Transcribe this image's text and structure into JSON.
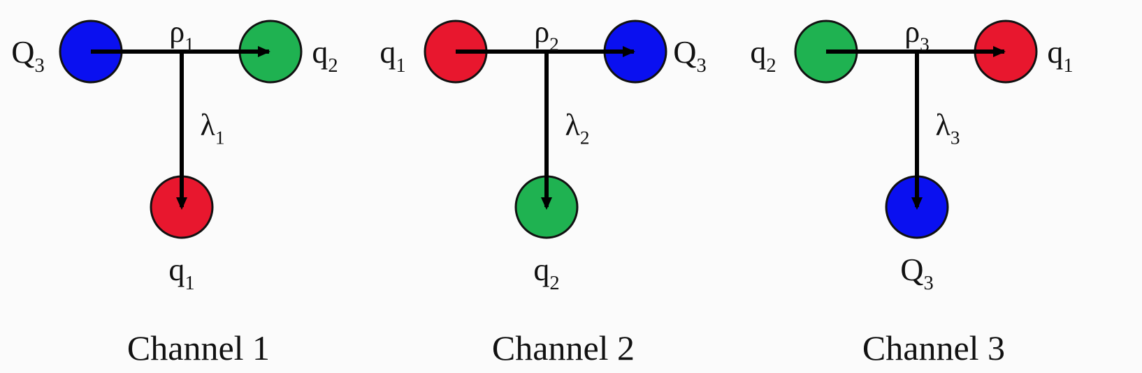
{
  "colors": {
    "red": "#e8172e",
    "green": "#1fb251",
    "blue": "#0a10f0",
    "line": "#000000"
  },
  "channels": [
    {
      "title": "Channel 1",
      "left": {
        "label": "Q",
        "sub": "3",
        "color": "blue"
      },
      "right": {
        "label": "q",
        "sub": "2",
        "color": "green"
      },
      "bottom": {
        "label": "q",
        "sub": "1",
        "color": "red"
      },
      "top_arrow_label": {
        "label": "ρ",
        "sub": "1"
      },
      "down_arrow_label": {
        "label": "λ",
        "sub": "1"
      }
    },
    {
      "title": "Channel 2",
      "left": {
        "label": "q",
        "sub": "1",
        "color": "red"
      },
      "right": {
        "label": "Q",
        "sub": "3",
        "color": "blue"
      },
      "bottom": {
        "label": "q",
        "sub": "2",
        "color": "green"
      },
      "top_arrow_label": {
        "label": "ρ",
        "sub": "2"
      },
      "down_arrow_label": {
        "label": "λ",
        "sub": "2"
      }
    },
    {
      "title": "Channel 3",
      "left": {
        "label": "q",
        "sub": "2",
        "color": "green"
      },
      "right": {
        "label": "q",
        "sub": "1",
        "color": "red"
      },
      "bottom": {
        "label": "Q",
        "sub": "3",
        "color": "blue"
      },
      "top_arrow_label": {
        "label": "ρ",
        "sub": "3"
      },
      "down_arrow_label": {
        "label": "λ",
        "sub": "3"
      }
    }
  ]
}
